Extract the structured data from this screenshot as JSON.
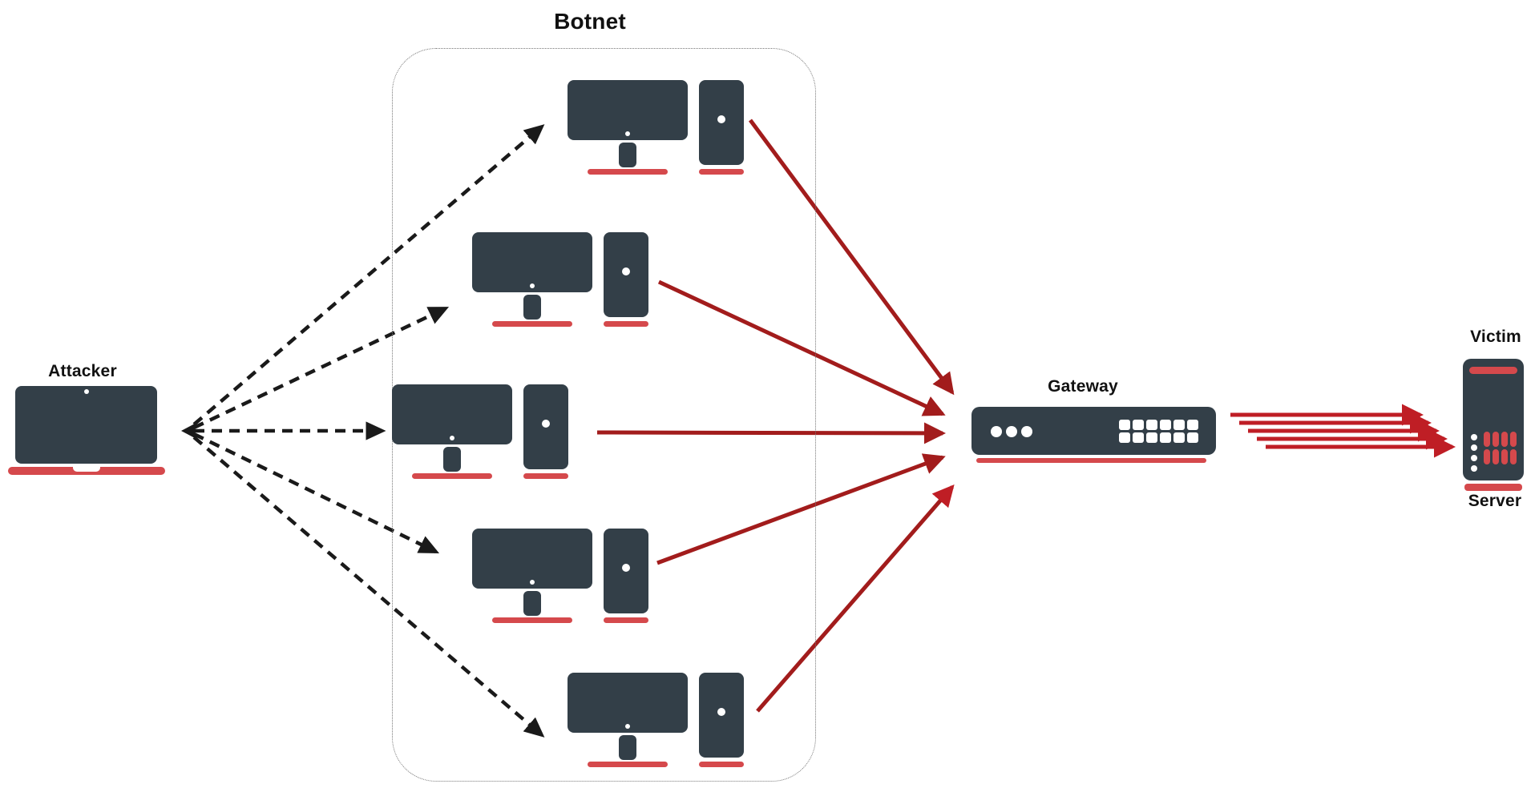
{
  "diagram": {
    "type": "network-attack-diagram",
    "labels": {
      "attacker": "Attacker",
      "botnet": "Botnet",
      "gateway": "Gateway",
      "victim_top": "Victim",
      "victim_bottom": "Server"
    },
    "nodes": {
      "attacker": {
        "label": "Attacker",
        "icon": "laptop-icon"
      },
      "botnet": {
        "label": "Botnet",
        "icon": "desktop-computer-icon",
        "computer_count": 5
      },
      "gateway": {
        "label": "Gateway",
        "icon": "router-icon"
      },
      "victim": {
        "label": "Victim Server",
        "icon": "server-icon"
      }
    },
    "edges": [
      {
        "from": "attacker",
        "to": "botnet-computer-1",
        "style": "dashed",
        "color": "#1A1A1A"
      },
      {
        "from": "attacker",
        "to": "botnet-computer-2",
        "style": "dashed",
        "color": "#1A1A1A"
      },
      {
        "from": "attacker",
        "to": "botnet-computer-3",
        "style": "dashed",
        "color": "#1A1A1A"
      },
      {
        "from": "attacker",
        "to": "botnet-computer-4",
        "style": "dashed",
        "color": "#1A1A1A"
      },
      {
        "from": "attacker",
        "to": "botnet-computer-5",
        "style": "dashed",
        "color": "#1A1A1A"
      },
      {
        "from": "botnet-computer-1",
        "to": "gateway",
        "style": "solid",
        "color": "#A21C1C"
      },
      {
        "from": "botnet-computer-2",
        "to": "gateway",
        "style": "solid",
        "color": "#A21C1C"
      },
      {
        "from": "botnet-computer-3",
        "to": "gateway",
        "style": "solid",
        "color": "#A21C1C"
      },
      {
        "from": "botnet-computer-4",
        "to": "gateway",
        "style": "solid",
        "color": "#A21C1C"
      },
      {
        "from": "botnet-computer-5",
        "to": "gateway",
        "style": "solid",
        "color": "#A21C1C"
      },
      {
        "from": "gateway",
        "to": "victim",
        "style": "solid-flood-x5",
        "color": "#BF1E25"
      }
    ],
    "colors": {
      "device_body": "#333F48",
      "device_accent_red": "#D5494C",
      "bot_arrow_red": "#A21C1C",
      "flood_arrow_red": "#BF1E25",
      "dashed_arrow_black": "#1A1A1A",
      "background": "#FFFFFF"
    }
  }
}
